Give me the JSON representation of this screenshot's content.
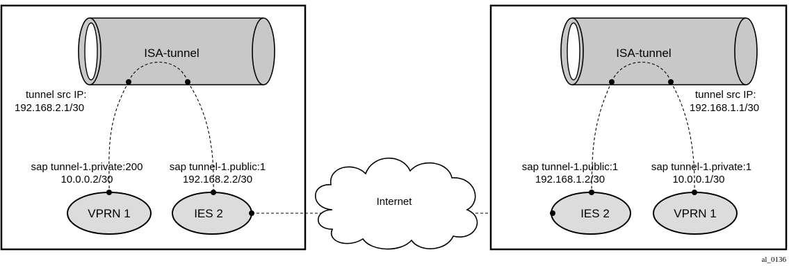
{
  "left": {
    "tunnel_label": "ISA-tunnel",
    "tunnel_src_label": "tunnel src IP:",
    "tunnel_src_ip": "192.168.2.1/30",
    "private_sap": "sap tunnel-1.private:200",
    "private_ip": "10.0.0.2/30",
    "public_sap": "sap tunnel-1.public:1",
    "public_ip": "192.168.2.2/30",
    "vprn_label": "VPRN 1",
    "ies_label": "IES 2"
  },
  "right": {
    "tunnel_label": "ISA-tunnel",
    "tunnel_src_label": "tunnel src IP:",
    "tunnel_src_ip": "192.168.1.1/30",
    "public_sap": "sap tunnel-1.public:1",
    "public_ip": "192.168.1.2/30",
    "private_sap": "sap tunnel-1.private:1",
    "private_ip": "10.0.0.1/30",
    "ies_label": "IES 2",
    "vprn_label": "VPRN 1"
  },
  "cloud_label": "Internet",
  "figure_id": "al_0136",
  "colors": {
    "tunnel_fill": "#c8c8c8",
    "node_fill": "#dcdcdc",
    "cloud_fill": "#ffffff",
    "line": "#000000"
  }
}
